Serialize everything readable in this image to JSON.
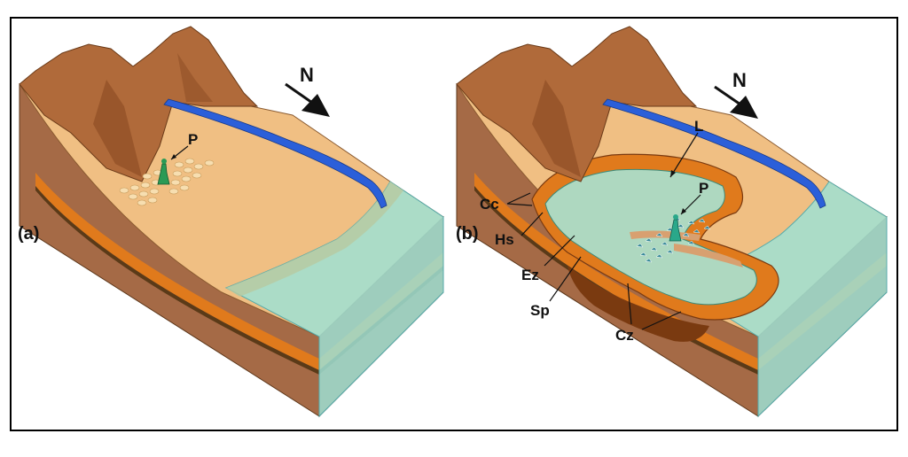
{
  "panel_a": {
    "label": "(a)",
    "north_label": "N",
    "point_label": "P"
  },
  "panel_b": {
    "label": "(b)",
    "north_label": "N",
    "point_label": "P",
    "labels": {
      "L": "L",
      "Cc": "Cc",
      "Hs": "Hs",
      "Ez": "Ez",
      "Sp": "Sp",
      "Cz": "Cz"
    }
  },
  "colors": {
    "mountain": "#b06a3a",
    "mountain_dark": "#8a4a22",
    "plain": "#f0bf83",
    "block_side": "#a86a44",
    "orange_layer": "#e07a1c",
    "sea": "#9fe0d4",
    "river": "#2b5fd9",
    "figure": "#2a9a55"
  }
}
